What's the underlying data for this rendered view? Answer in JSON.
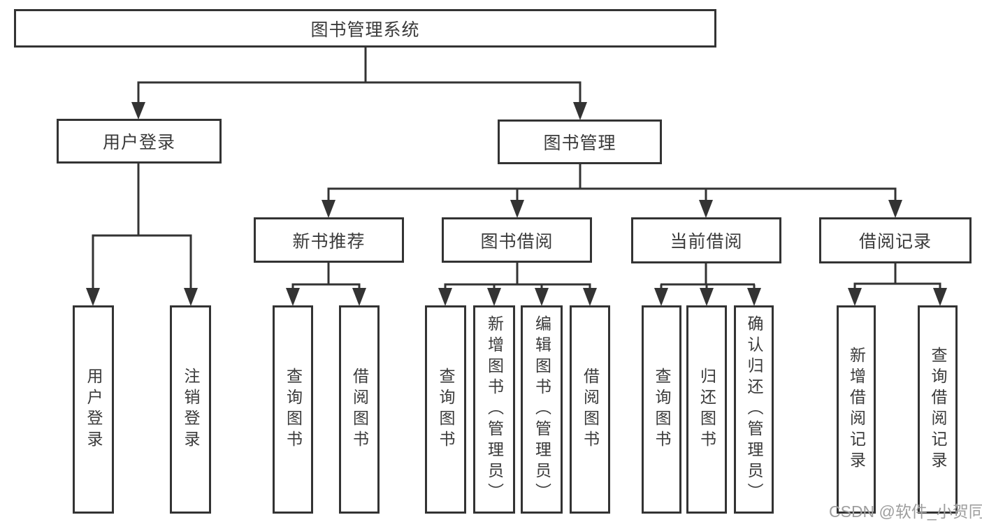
{
  "diagram_title": "图书管理系统",
  "tree": {
    "label": "图书管理系统",
    "children": [
      {
        "label": "用户登录",
        "children": [
          {
            "label": "用户登录"
          },
          {
            "label": "注销登录"
          }
        ]
      },
      {
        "label": "图书管理",
        "children": [
          {
            "label": "新书推荐",
            "children": [
              {
                "label": "查询图书"
              },
              {
                "label": "借阅图书"
              }
            ]
          },
          {
            "label": "图书借阅",
            "children": [
              {
                "label": "查询图书"
              },
              {
                "label": "新增图书（管理员）"
              },
              {
                "label": "编辑图书（管理员）"
              },
              {
                "label": "借阅图书"
              }
            ]
          },
          {
            "label": "当前借阅",
            "children": [
              {
                "label": "查询图书"
              },
              {
                "label": "归还图书"
              },
              {
                "label": "确认归还（管理员）"
              }
            ]
          },
          {
            "label": "借阅记录",
            "children": [
              {
                "label": "新增借阅记录"
              },
              {
                "label": "查询借阅记录"
              }
            ]
          }
        ]
      }
    ]
  },
  "watermark": {
    "text": "CSDN @软件_小贺同学",
    "color": "#9e9e9e"
  },
  "colors": {
    "line": "#333333",
    "box_border": "#333333",
    "text": "#3a3a3a",
    "background": "#ffffff"
  }
}
